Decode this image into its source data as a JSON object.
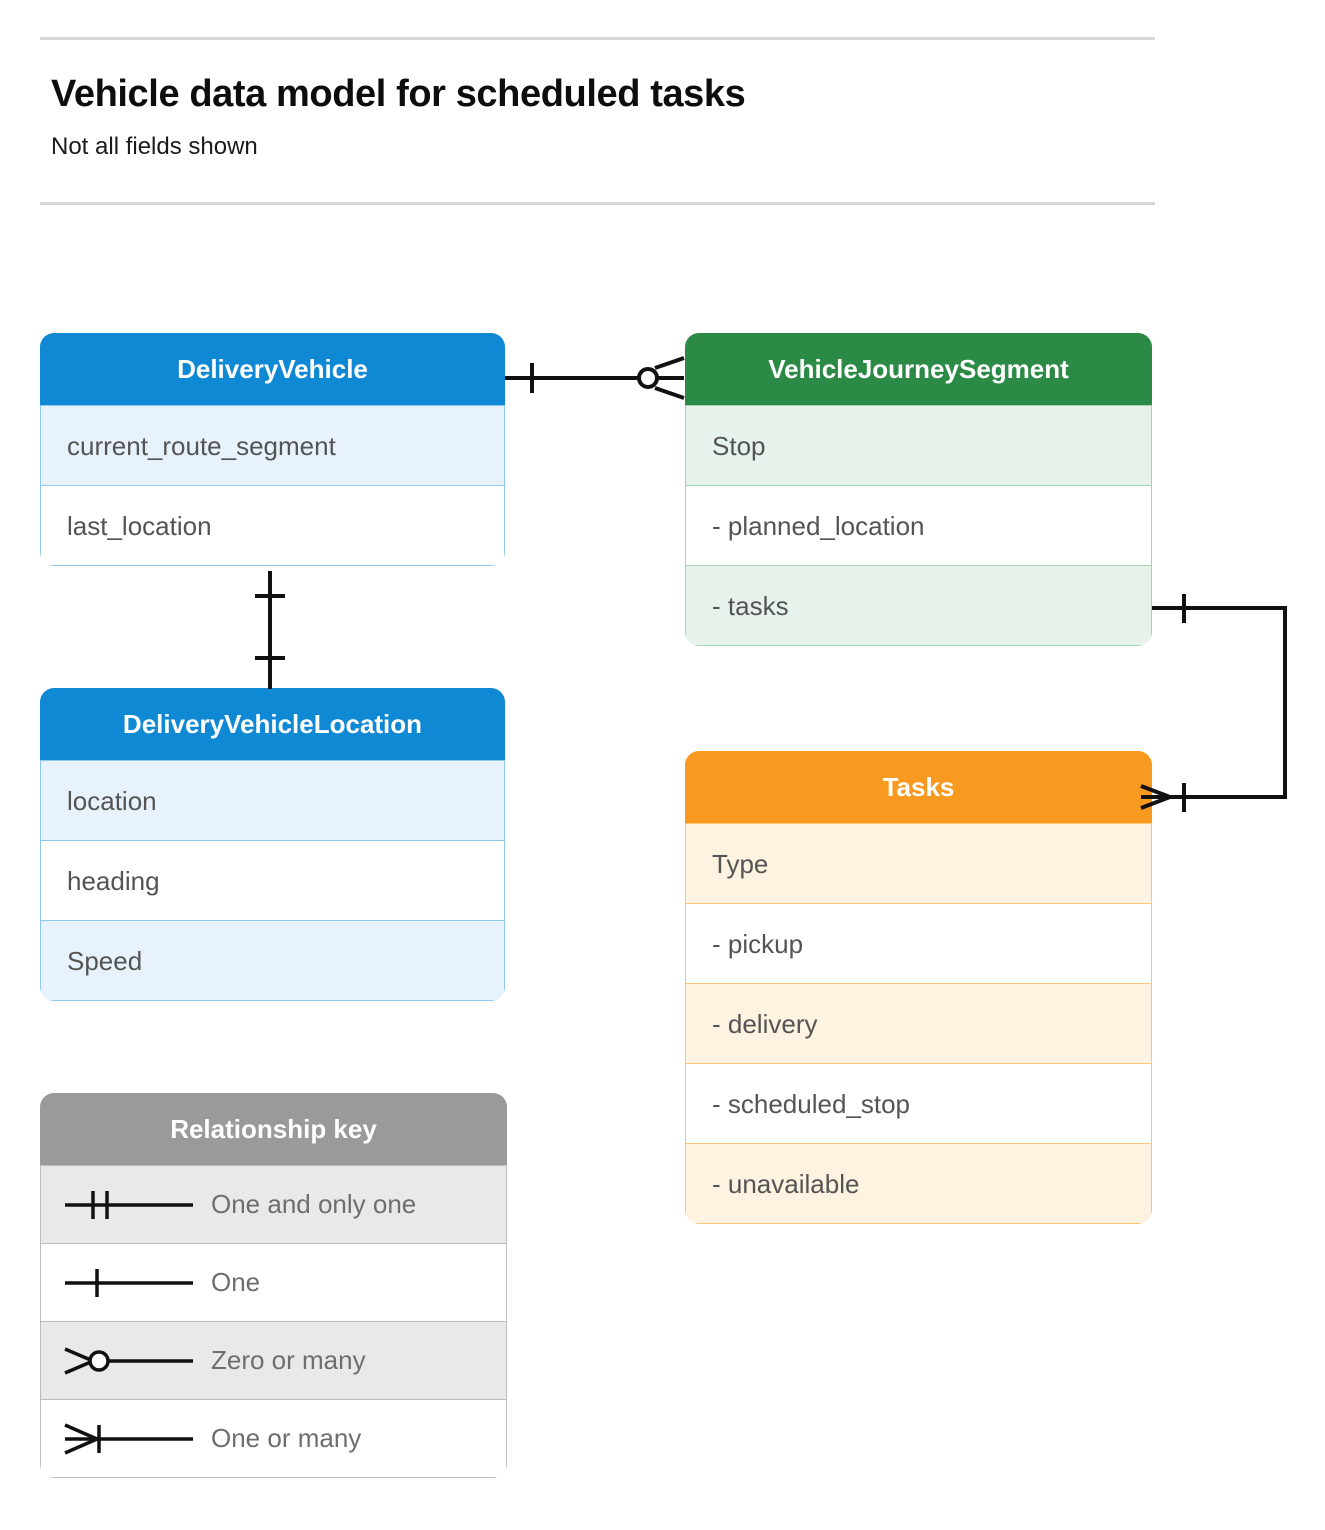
{
  "header": {
    "title": "Vehicle data model for scheduled tasks",
    "subtitle": "Not all fields shown"
  },
  "colors": {
    "blue_header": "#1089d4",
    "blue_tint": "#e8f2fc",
    "blue_border": "#8fc8ee",
    "green_header": "#2b8a45",
    "green_tint": "#e7f3ea",
    "green_border": "#a4d4b2",
    "orange_header": "#f89a20",
    "orange_tint": "#fef3e0",
    "orange_border": "#f8c777",
    "grey_header": "#9a9a9a",
    "grey_tint": "#e9e9e9",
    "grey_border": "#bcbcbc",
    "connector": "#000000",
    "rule": "#d5d7d9",
    "field_text": "#545454",
    "legend_text": "#6e6e6e"
  },
  "entities": [
    {
      "id": "delivery-vehicle",
      "title": "DeliveryVehicle",
      "theme": "blue",
      "fields": [
        {
          "label": "current_route_segment",
          "tint": true
        },
        {
          "label": "last_location",
          "tint": false
        }
      ]
    },
    {
      "id": "vehicle-journey-segment",
      "title": "VehicleJourneySegment",
      "theme": "green",
      "fields": [
        {
          "label": "Stop",
          "tint": true
        },
        {
          "label": "-  planned_location",
          "tint": false
        },
        {
          "label": "- tasks",
          "tint": true
        }
      ]
    },
    {
      "id": "delivery-vehicle-location",
      "title": "DeliveryVehicleLocation",
      "theme": "blue",
      "fields": [
        {
          "label": "location",
          "tint": true
        },
        {
          "label": "heading",
          "tint": false
        },
        {
          "label": "Speed",
          "tint": true
        }
      ]
    },
    {
      "id": "tasks",
      "title": "Tasks",
      "theme": "orange",
      "fields": [
        {
          "label": "Type",
          "tint": true
        },
        {
          "label": "-  pickup",
          "tint": false
        },
        {
          "label": "-  delivery",
          "tint": true
        },
        {
          "label": "-  scheduled_stop",
          "tint": false
        },
        {
          "label": "-  unavailable",
          "tint": true
        }
      ]
    }
  ],
  "legend": {
    "title": "Relationship key",
    "rows": [
      {
        "symbol": "one-and-only-one",
        "label": "One and only one",
        "tint": true
      },
      {
        "symbol": "one",
        "label": "One",
        "tint": false
      },
      {
        "symbol": "zero-or-many",
        "label": "Zero or many",
        "tint": true
      },
      {
        "symbol": "one-or-many",
        "label": "One or many",
        "tint": false
      }
    ]
  },
  "relationships": [
    {
      "id": "vehicle-to-journey-segment",
      "from": "delivery-vehicle",
      "to": "vehicle-journey-segment",
      "from_notation": "one",
      "to_notation": "zero-or-many"
    },
    {
      "id": "vehicle-to-location",
      "from": "delivery-vehicle",
      "to": "delivery-vehicle-location",
      "from_notation": "one",
      "to_notation": "one"
    },
    {
      "id": "journey-segment-tasks-to-tasks",
      "from": "vehicle-journey-segment",
      "to": "tasks",
      "from_notation": "one",
      "to_notation": "one-or-many"
    }
  ]
}
